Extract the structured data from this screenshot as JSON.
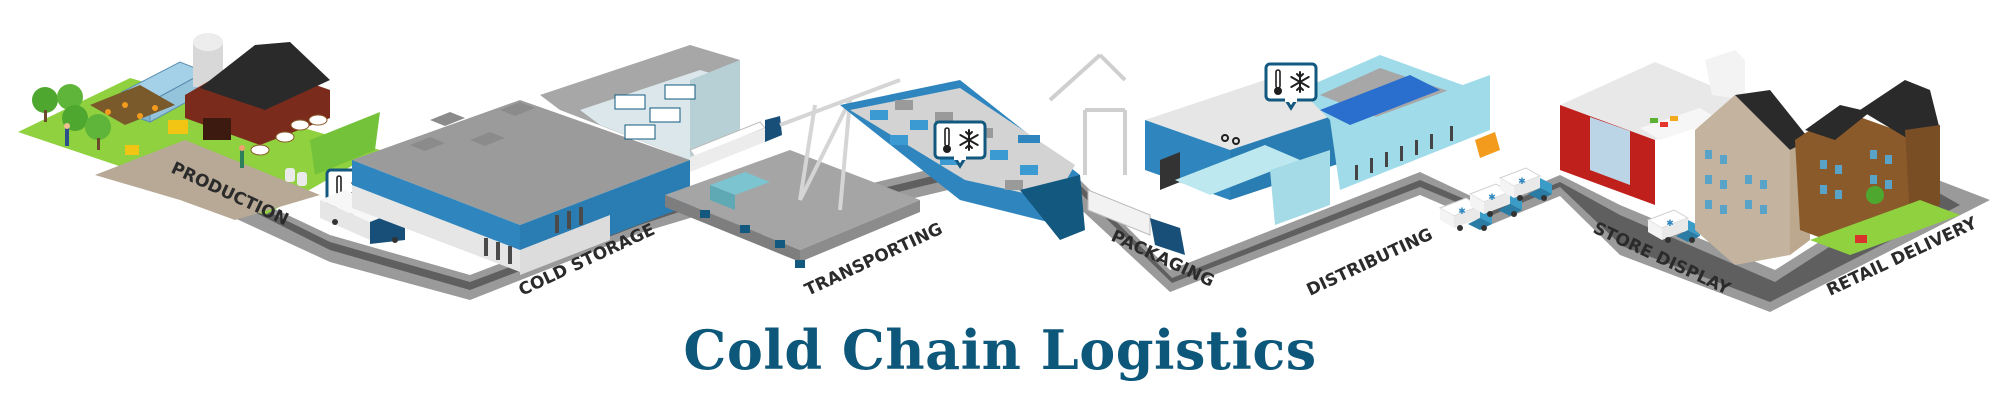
{
  "title": "Cold Chain Logistics",
  "colors": {
    "title": "#0d577b",
    "road_dark": "#5f5f5f",
    "road_edge": "#9a9a9a",
    "grass": "#8fd13f",
    "building_blue": "#2f86be",
    "building_light_blue": "#9fdbe8",
    "roof_gray": "#9b9b9b",
    "brand_dark_blue": "#12587f",
    "barn_red": "#7a2b1c",
    "store_red": "#c0201c",
    "label": "#2b2b2b"
  },
  "stages": [
    {
      "id": "production",
      "label": "PRODUCTION"
    },
    {
      "id": "cold-storage",
      "label": "COLD STORAGE"
    },
    {
      "id": "transporting",
      "label": "TRANSPORTING"
    },
    {
      "id": "packaging",
      "label": "PACKAGING"
    },
    {
      "id": "distributing",
      "label": "DISTRIBUTING"
    },
    {
      "id": "store-display",
      "label": "STORE DISPLAY"
    },
    {
      "id": "retail-delivery",
      "label": "RETAIL DELIVERY"
    }
  ],
  "badges": [
    {
      "id": "badge-production",
      "icons": [
        "thermometer-icon",
        "snowflake-icon"
      ]
    },
    {
      "id": "badge-transporting",
      "icons": [
        "thermometer-icon",
        "snowflake-icon"
      ]
    },
    {
      "id": "badge-packaging",
      "icons": [
        "thermometer-icon",
        "snowflake-icon"
      ]
    }
  ]
}
